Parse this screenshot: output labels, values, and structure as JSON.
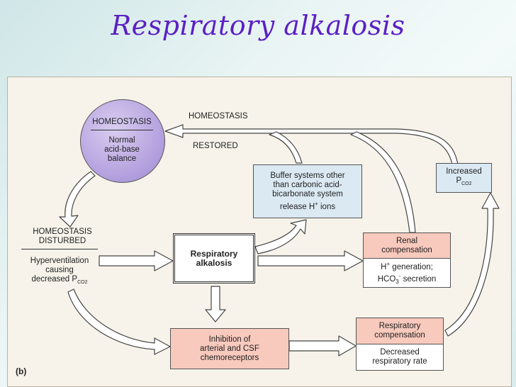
{
  "slide": {
    "title": "Respiratory alkalosis"
  },
  "figure_label": "(b)",
  "homeostasis_circle": {
    "heading": "HOMEOSTASIS",
    "line1": "Normal",
    "line2": "acid-base",
    "line3": "balance"
  },
  "top_labels": {
    "homeostasis": "HOMEOSTASIS",
    "restored": "RESTORED"
  },
  "disturbed": {
    "line1": "HOMEOSTASIS",
    "line2": "DISTURBED",
    "cause1": "Hyperventilation",
    "cause2": "causing",
    "cause3_prefix": "decreased P",
    "cause3_sub": "CO2"
  },
  "center_box": {
    "line1": "Respiratory",
    "line2": "alkalosis"
  },
  "buffer_box": {
    "line1": "Buffer systems other",
    "line2": "than carbonic acid-",
    "line3": "bicarbonate system",
    "line4_prefix": "release H",
    "line4_sup": "+",
    "line4_suffix": " ions"
  },
  "renal": {
    "head1": "Renal",
    "head2": "compensation",
    "body1_prefix": "H",
    "body1_sup": "+",
    "body1_suffix": " generation;",
    "body2_prefix": "HCO",
    "body2_sub": "3",
    "body2_sup": "-",
    "body2_suffix": " secretion"
  },
  "increased": {
    "line1": "Increased",
    "line2_prefix": "P",
    "line2_sub": "CO2"
  },
  "inhibition": {
    "line1": "Inhibition of",
    "line2": "arterial and CSF",
    "line3": "chemoreceptors"
  },
  "respiratory_comp": {
    "head1": "Respiratory",
    "head2": "compensation",
    "body1": "Decreased",
    "body2": "respiratory rate"
  }
}
